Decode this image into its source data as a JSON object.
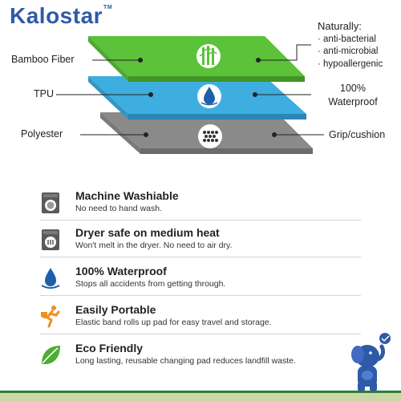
{
  "brand": {
    "name": "Kalostar",
    "tm": "TM"
  },
  "layers": [
    {
      "label": "Bamboo Fiber",
      "icon": "bamboo-icon",
      "color": "#5cc23a"
    },
    {
      "label": "TPU",
      "icon": "water-drop-icon",
      "color": "#39a7dc"
    },
    {
      "label": "Polyester",
      "icon": "grip-dots-icon",
      "color": "#8a8a8a"
    }
  ],
  "callouts": {
    "naturally": {
      "title": "Naturally:",
      "items": [
        "anti-bacterial",
        "anti-microbial",
        "hypoallergenic"
      ]
    },
    "waterproof": {
      "line1": "100%",
      "line2": "Waterproof"
    },
    "grip": "Grip/cushion"
  },
  "features": [
    {
      "title": "Machine Washiable",
      "desc": "No need to hand wash.",
      "icon": "washing-machine-icon"
    },
    {
      "title": "Dryer safe on medium heat",
      "desc": "Won't melt in the dryer. No need to air dry.",
      "icon": "dryer-icon"
    },
    {
      "title": "100% Waterproof",
      "desc": "Stops all accidents from getting through.",
      "icon": "water-drop-icon"
    },
    {
      "title": "Easily Portable",
      "desc": "Elastic band rolls up pad for easy travel and storage.",
      "icon": "running-person-icon"
    },
    {
      "title": "Eco Friendly",
      "desc": "Long lasting, reusable changing pad reduces landfill waste.",
      "icon": "leaf-icon"
    }
  ],
  "colors": {
    "brand": "#2f5aa8",
    "green": "#5cc23a",
    "blue": "#39a7dc",
    "gray": "#8a8a8a",
    "orange": "#f0901e"
  }
}
